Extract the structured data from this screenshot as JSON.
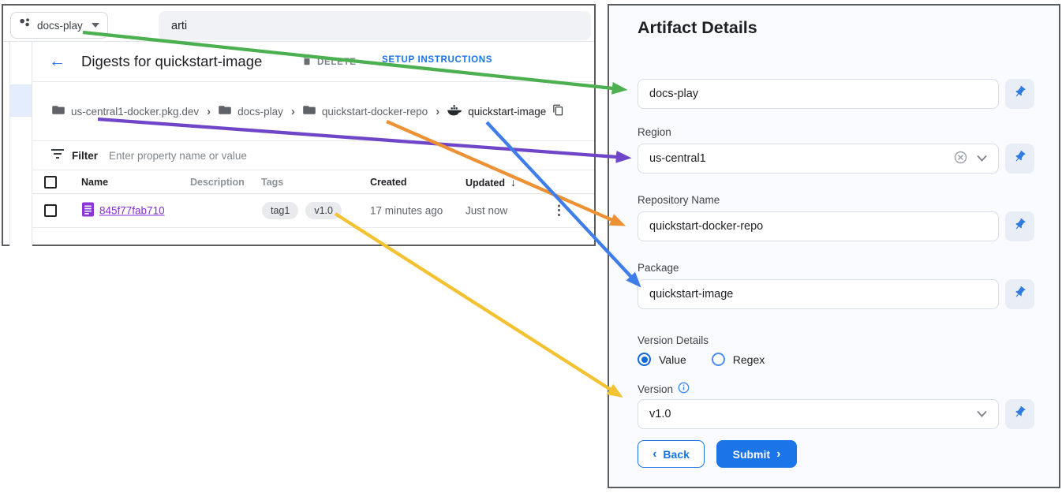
{
  "icons": {
    "back_arrow": "←",
    "sort_arrow": "↓",
    "overflow_dots": "⋮",
    "crumb_chevron": "›",
    "back_chevron": "‹",
    "submit_chevron": "›"
  },
  "console": {
    "project_selector_label": "docs-play",
    "search_value": "arti",
    "title": "Digests for quickstart-image",
    "delete_label": "DELETE",
    "setup_label": "SETUP INSTRUCTIONS",
    "breadcrumb": {
      "host": "us-central1-docker.pkg.dev",
      "project": "docs-play",
      "repository": "quickstart-docker-repo",
      "package": "quickstart-image"
    },
    "filter_label": "Filter",
    "filter_placeholder": "Enter property name or value",
    "table": {
      "headers": {
        "name": "Name",
        "description": "Description",
        "tags": "Tags",
        "created": "Created",
        "updated": "Updated"
      },
      "row": {
        "digest": "845f77fab710",
        "tags": [
          "tag1",
          "v1.0"
        ],
        "created": "17 minutes ago",
        "updated": "Just now"
      }
    }
  },
  "panel": {
    "title": "Artifact Details",
    "project_value": "docs-play",
    "region_label": "Region",
    "region_value": "us-central1",
    "repository_label": "Repository Name",
    "repository_value": "quickstart-docker-repo",
    "package_label": "Package",
    "package_value": "quickstart-image",
    "version_details_label": "Version Details",
    "radio_value_label": "Value",
    "radio_regex_label": "Regex",
    "version_label": "Version",
    "version_value": "v1.0",
    "back_label": "Back",
    "submit_label": "Submit"
  },
  "colors": {
    "accent_blue": "#1a73e8",
    "link_purple": "#8430ce",
    "arrow_green": "#4caf50",
    "arrow_purple": "#7046c8",
    "arrow_orange": "#ec9235",
    "arrow_blue": "#3f7de8",
    "arrow_yellow": "#f2c232"
  }
}
